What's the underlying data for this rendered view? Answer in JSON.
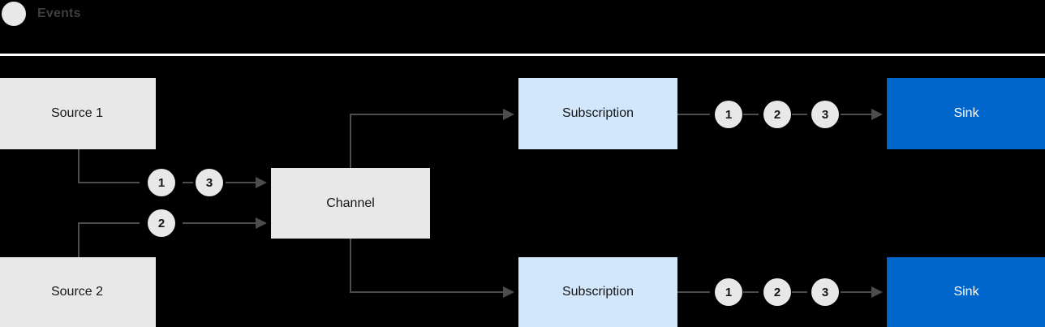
{
  "legend": {
    "icon": "event-dot-icon",
    "label": "Events"
  },
  "colors": {
    "background": "#000000",
    "grey_box": "#e8e8e8",
    "light_blue_box": "#d2e7fb",
    "blue_box": "#0066cc",
    "text_dark": "#151515",
    "text_light": "#ffffff",
    "wire": "#4d4d4d",
    "divider": "#ffffff"
  },
  "nodes": {
    "source1": "Source 1",
    "source2": "Source 2",
    "channel": "Channel",
    "subscription1": "Subscription",
    "subscription2": "Subscription",
    "sink1": "Sink",
    "sink2": "Sink"
  },
  "tokens": {
    "source1_events": [
      "1",
      "3"
    ],
    "source2_events": [
      "2"
    ],
    "sink1_events": [
      "1",
      "2",
      "3"
    ],
    "sink2_events": [
      "1",
      "2",
      "3"
    ]
  }
}
